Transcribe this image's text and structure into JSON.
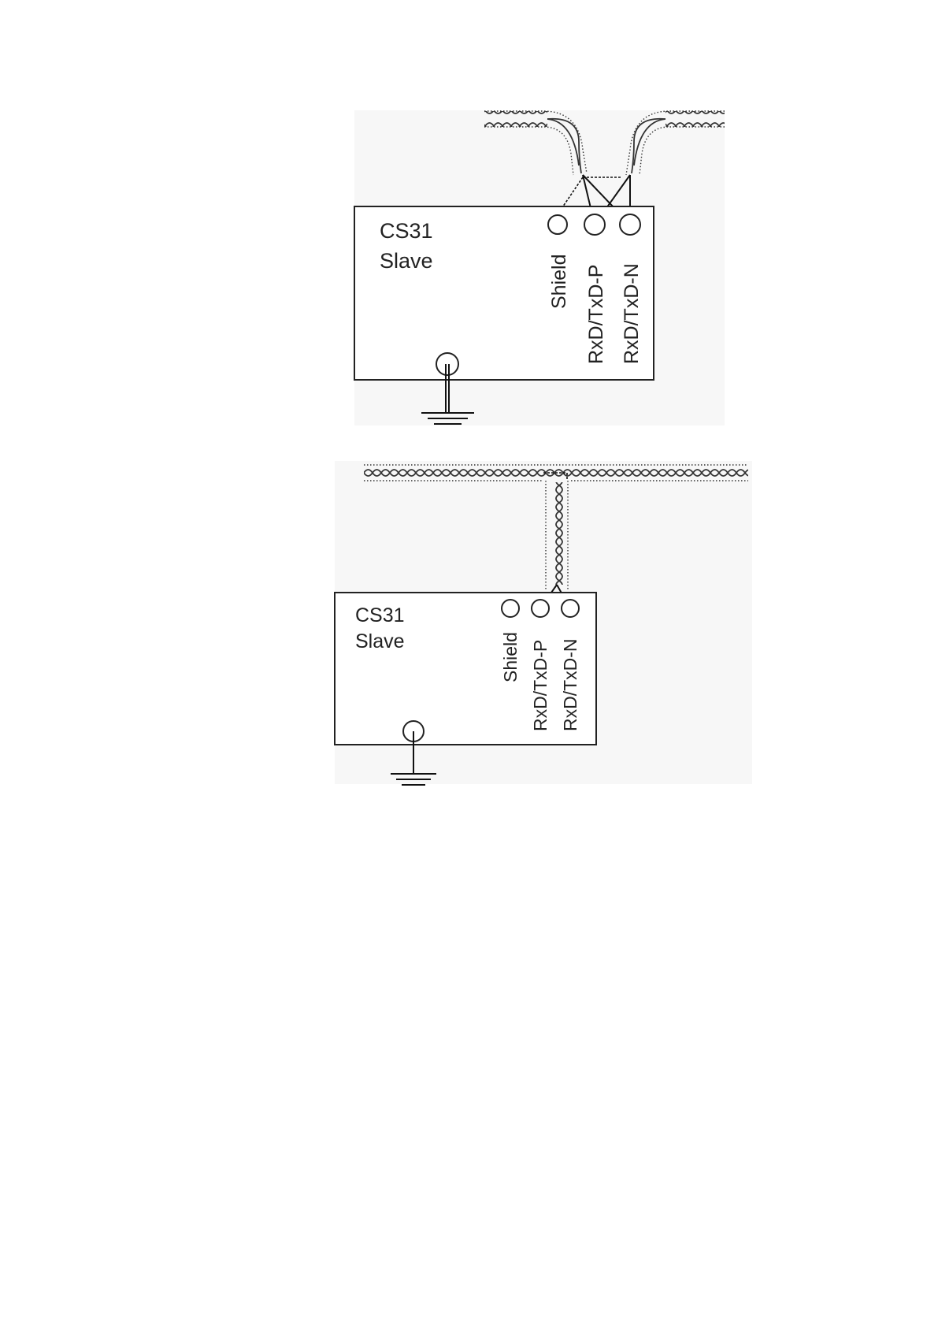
{
  "diagrams": [
    {
      "device": {
        "line1": "CS31",
        "line2": "Slave"
      },
      "terminals": [
        "Shield",
        "RxD/TxD-P",
        "RxD/TxD-N"
      ]
    },
    {
      "device": {
        "line1": "CS31",
        "line2": "Slave"
      },
      "terminals": [
        "Shield",
        "RxD/TxD-P",
        "RxD/TxD-N"
      ]
    }
  ],
  "colors": {
    "line": "#111111",
    "background": "#ffffff",
    "panel": "#f7f7f7"
  }
}
